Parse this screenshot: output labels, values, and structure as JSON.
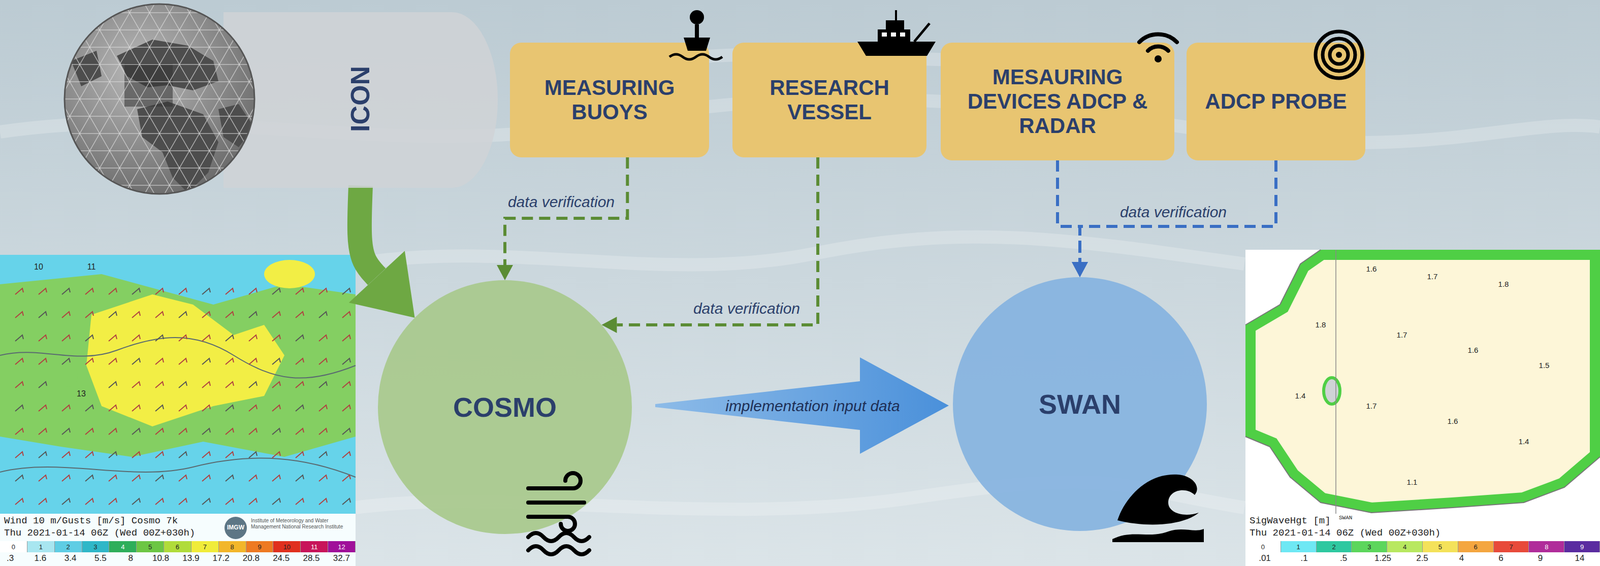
{
  "diagram": {
    "nodes": [
      {
        "text": [
          "ICON"
        ]
      },
      {
        "text": [
          "MEASURING BUOYS"
        ]
      },
      {
        "text": [
          "RESEARCH VESSEL"
        ]
      },
      {
        "text": [
          "MESAURING DEVICES ADCP & RADAR"
        ]
      },
      {
        "text": [
          "ADCP PROBE"
        ]
      },
      {
        "text": [
          "COSMO"
        ]
      },
      {
        "text": [
          "SWAN"
        ]
      }
    ],
    "edges": [
      {
        "from": 0,
        "to": 5,
        "arrow": "to"
      },
      {
        "from": 1,
        "to": 5,
        "label": "data verification",
        "arrow": "to"
      },
      {
        "from": 2,
        "to": 5,
        "label": "data verification",
        "arrow": "to"
      },
      {
        "from": 3,
        "to": 6,
        "arrow": "to"
      },
      {
        "from": 4,
        "to": 6,
        "label": "data verification",
        "arrow": "to"
      },
      {
        "from": 5,
        "to": 6,
        "label": "implementation input data",
        "arrow": "to"
      }
    ],
    "labels": [
      "Wind 10 m/Gusts [m/s] Cosmo 7k",
      "Thu 2021-01-14 06Z (Wed 00Z+030h)",
      "IMGW",
      "Institute of Meteorology and Water Management National Research Institute",
      ".3",
      "1.6",
      "3.4",
      "5.5",
      "8",
      "10.8",
      "13.9",
      "17.2",
      "20.8",
      "24.5",
      "28.5",
      "32.7",
      "SigWaveHgt [m]",
      "SWAN",
      "Thu 2021-01-14 06Z (Wed 00Z+030h)",
      ".01",
      ".1",
      ".5",
      "1.25",
      "2.5",
      "4",
      "6",
      "9",
      "14",
      "10",
      "11",
      "13",
      "1.6",
      "1.7",
      "1.8",
      "1.8",
      "1.7",
      "1.6",
      "1.5",
      "1.4",
      "1.7",
      "1.6",
      "1.4",
      "1.1"
    ],
    "legend": [
      {
        "text": "0",
        "color": "#ffffff"
      },
      {
        "text": "1",
        "color": "#a8e6f0"
      },
      {
        "text": "2",
        "color": "#5fcde4"
      },
      {
        "text": "3",
        "color": "#2fb7c8"
      },
      {
        "text": "4",
        "color": "#2eae5a"
      },
      {
        "text": "5",
        "color": "#6cc644"
      },
      {
        "text": "6",
        "color": "#b0dc3a"
      },
      {
        "text": "7",
        "color": "#f0ec3a"
      },
      {
        "text": "8",
        "color": "#f2b62a"
      },
      {
        "text": "9",
        "color": "#ee7a22"
      },
      {
        "text": "10",
        "color": "#e0301e"
      },
      {
        "text": "11",
        "color": "#c8145a"
      },
      {
        "text": "12",
        "color": "#a0109a"
      },
      {
        "text": "0",
        "color": "#ffffff"
      },
      {
        "text": "1",
        "color": "#6ee8f4"
      },
      {
        "text": "2",
        "color": "#2ec8a0"
      },
      {
        "text": "3",
        "color": "#5cd65c"
      },
      {
        "text": "4",
        "color": "#b8e860"
      },
      {
        "text": "5",
        "color": "#f4e25a"
      },
      {
        "text": "6",
        "color": "#f4a640"
      },
      {
        "text": "7",
        "color": "#e84a3a"
      },
      {
        "text": "8",
        "color": "#b02c9a"
      },
      {
        "text": "9",
        "color": "#5a2ca0"
      }
    ]
  }
}
